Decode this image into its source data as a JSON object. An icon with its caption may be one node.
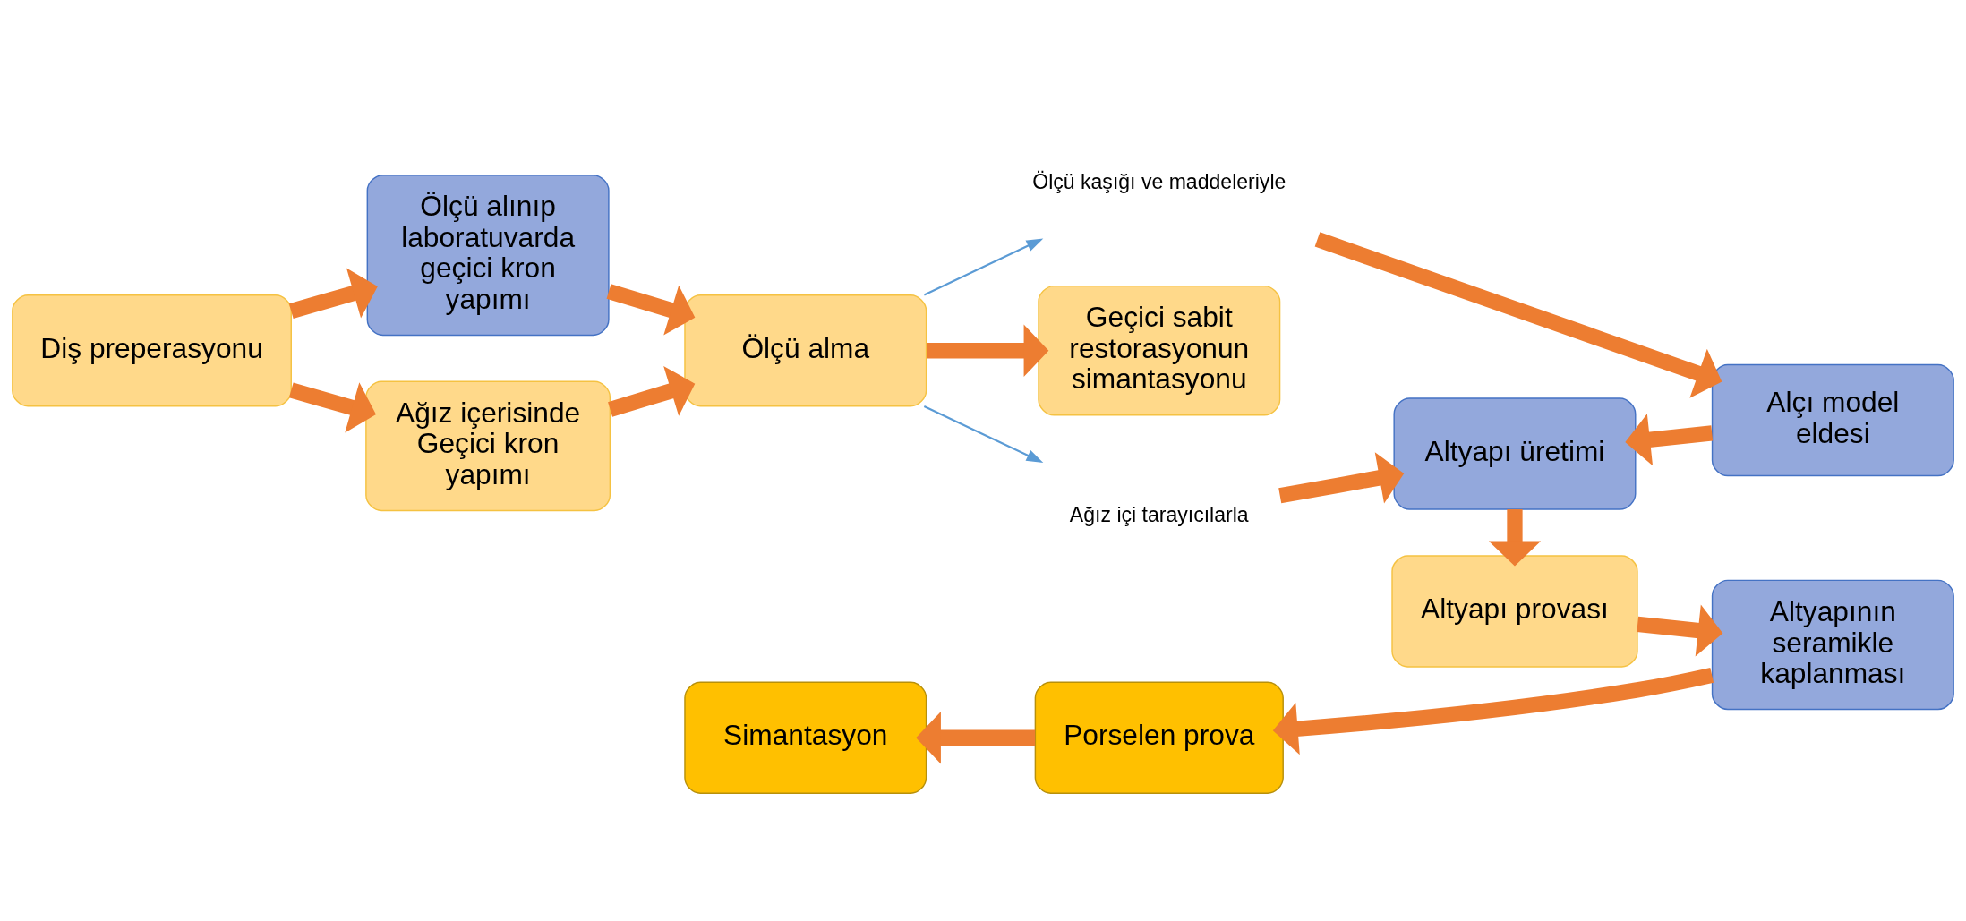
{
  "diagram": {
    "nodes": [
      {
        "text": [
          "Diş preperasyonu"
        ]
      },
      {
        "text": [
          "Ölçü alınıp laboratuvarda geçici kron yapımı"
        ]
      },
      {
        "text": [
          "Ağız içerisinde Geçici kron yapımı"
        ]
      },
      {
        "text": [
          "Ölçü alma"
        ]
      },
      {
        "text": [
          "Geçici sabit restorasyonun simantasyonu"
        ]
      },
      {
        "text": [
          "Ağız içi tarayıcılarla"
        ]
      },
      {
        "text": [
          "Ölçü kaşığı ve maddeleriyle"
        ]
      },
      {
        "text": [
          "Alçı model eldesi"
        ]
      },
      {
        "text": [
          "Altyapı üretimi"
        ]
      },
      {
        "text": [
          "Altyapı provası"
        ]
      },
      {
        "text": [
          "Altyapının seramikle kaplanması"
        ]
      },
      {
        "text": [
          "Porselen prova"
        ]
      },
      {
        "text": [
          "Simantasyon"
        ]
      }
    ],
    "edges": [
      {
        "from": 0,
        "to": 1,
        "arrow": "to"
      },
      {
        "from": 0,
        "to": 2,
        "arrow": "to"
      },
      {
        "from": 1,
        "to": 3,
        "arrow": "to"
      },
      {
        "from": 2,
        "to": 3,
        "arrow": "to"
      },
      {
        "from": 3,
        "to": 4,
        "arrow": "to"
      },
      {
        "from": 3,
        "to": 5,
        "arrow": "to",
        "color": "#5b9bd5"
      },
      {
        "from": 3,
        "to": 6,
        "arrow": "to",
        "color": "#5b9bd5"
      },
      {
        "from": 6,
        "to": 7,
        "arrow": "to"
      },
      {
        "from": 5,
        "to": 8,
        "arrow": "to"
      },
      {
        "from": 7,
        "to": 8,
        "arrow": "to"
      },
      {
        "from": 8,
        "to": 9,
        "arrow": "to"
      },
      {
        "from": 9,
        "to": 10,
        "arrow": "to"
      },
      {
        "from": 10,
        "to": 11,
        "arrow": "to"
      },
      {
        "from": 11,
        "to": 12,
        "arrow": "to"
      }
    ]
  }
}
